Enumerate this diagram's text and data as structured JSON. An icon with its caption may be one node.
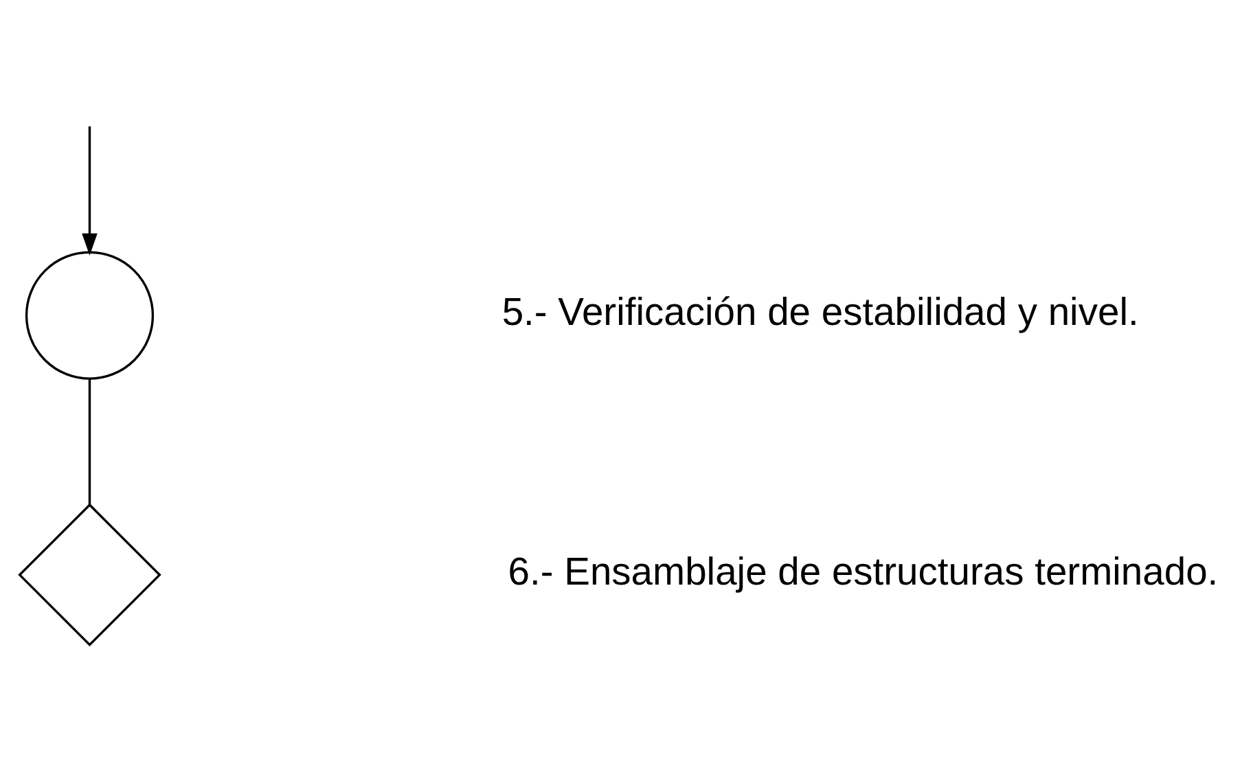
{
  "diagram": {
    "nodes": [
      {
        "text": [],
        "shape": "circle"
      },
      {
        "text": [],
        "shape": "diamond"
      }
    ],
    "edges": [
      {
        "from": null,
        "to": 0,
        "arrow": "to"
      },
      {
        "from": 0,
        "to": 1,
        "arrow": "none"
      }
    ],
    "labels": [
      "5.- Verificación de estabilidad y nivel.",
      "6.- Ensamblaje de estructuras terminado."
    ]
  }
}
